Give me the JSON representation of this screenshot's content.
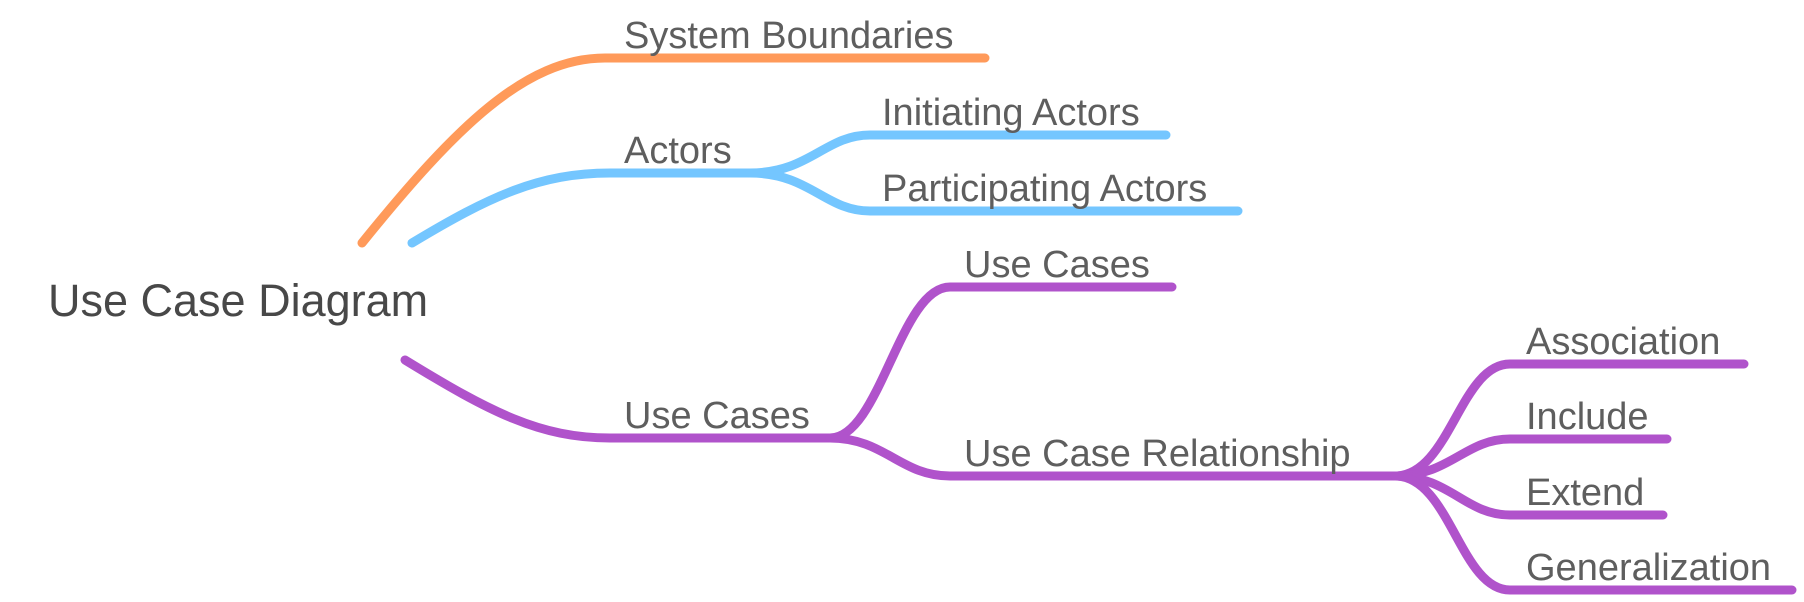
{
  "colors": {
    "orange": "#FF9A5A",
    "blue": "#74C6FF",
    "purple": "#B053CB",
    "text": "#5E5E5E",
    "root_text": "#484848"
  },
  "root": {
    "label": "Use Case Diagram"
  },
  "branches": [
    {
      "id": "system-boundaries",
      "label": "System Boundaries",
      "color": "#FF9A5A"
    },
    {
      "id": "actors",
      "label": "Actors",
      "color": "#74C6FF",
      "children": [
        {
          "id": "initiating-actors",
          "label": "Initiating Actors"
        },
        {
          "id": "participating-actors",
          "label": "Participating Actors"
        }
      ]
    },
    {
      "id": "use-cases",
      "label": "Use Cases",
      "color": "#B053CB",
      "children": [
        {
          "id": "use-cases-leaf",
          "label": "Use Cases"
        },
        {
          "id": "use-case-relationship",
          "label": "Use Case Relationship",
          "children": [
            {
              "id": "association",
              "label": "Association"
            },
            {
              "id": "include",
              "label": "Include"
            },
            {
              "id": "extend",
              "label": "Extend"
            },
            {
              "id": "generalization",
              "label": "Generalization"
            }
          ]
        }
      ]
    }
  ]
}
